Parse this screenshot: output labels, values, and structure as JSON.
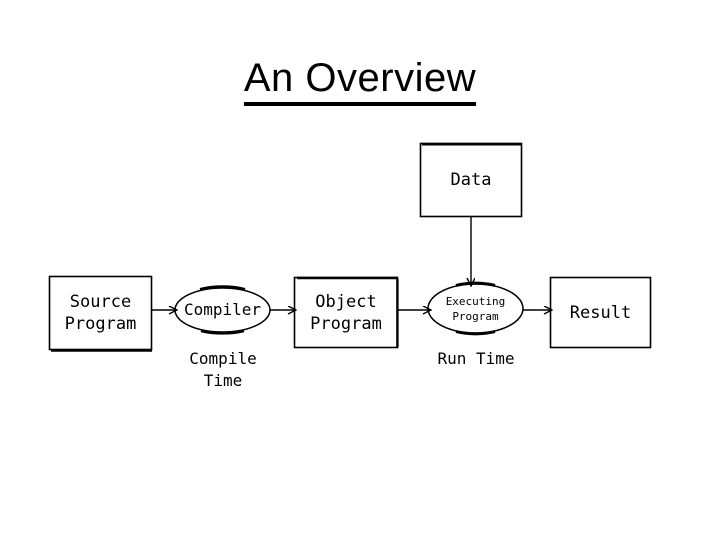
{
  "slide": {
    "title": "An Overview",
    "background_color": "#ffffff",
    "stroke_color": "#000000"
  },
  "diagram": {
    "nodes": [
      {
        "id": "source-program",
        "shape": "rect",
        "lines": [
          "Source",
          "Program"
        ]
      },
      {
        "id": "compiler",
        "shape": "ellipse",
        "lines": [
          "Compiler"
        ]
      },
      {
        "id": "object-program",
        "shape": "rect",
        "lines": [
          "Object",
          "Program"
        ]
      },
      {
        "id": "executing-program",
        "shape": "ellipse",
        "lines": [
          "Executing",
          "Program"
        ]
      },
      {
        "id": "result",
        "shape": "rect",
        "lines": [
          "Result"
        ]
      },
      {
        "id": "data",
        "shape": "rect",
        "lines": [
          "Data"
        ]
      }
    ],
    "phase_labels": [
      {
        "id": "compile-time",
        "lines": [
          "Compile",
          "Time"
        ]
      },
      {
        "id": "run-time",
        "lines": [
          "Run Time"
        ]
      }
    ],
    "edges": [
      {
        "id": "source-to-compiler",
        "from": "source-program",
        "to": "compiler",
        "direction": "right"
      },
      {
        "id": "compiler-to-object",
        "from": "compiler",
        "to": "object-program",
        "direction": "right"
      },
      {
        "id": "object-to-executing",
        "from": "object-program",
        "to": "executing-program",
        "direction": "right"
      },
      {
        "id": "executing-to-result",
        "from": "executing-program",
        "to": "result",
        "direction": "right"
      },
      {
        "id": "data-to-executing",
        "from": "data",
        "to": "executing-program",
        "direction": "down"
      }
    ]
  }
}
